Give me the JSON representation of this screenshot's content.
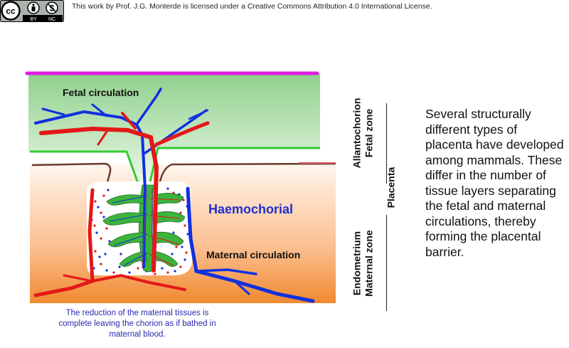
{
  "license": {
    "text": "This work by Prof. J.G. Monterde is licensed under a Creative Commons Attribution 4.0 International License.",
    "badge": {
      "cc": "cc",
      "by": "BY",
      "nc": "NC"
    }
  },
  "diagram": {
    "fetal_circulation": "Fetal circulation",
    "type_label": "Haemochorial",
    "maternal_circulation": "Maternal circulation",
    "caption": "The reduction of the maternal tissues is complete leaving the chorion as if bathed in maternal blood.",
    "colors": {
      "fetal_zone": "#c8e8c0",
      "maternal_zone": "#f5963c",
      "artery": "#e31818",
      "vein": "#1030e0",
      "villus": "#3cb43c",
      "chorionic_plate": "#e020e0",
      "type_label": "#1f2fd0"
    }
  },
  "zones": {
    "allantochorion": "Allantochorion",
    "fetal_zone": "Fetal zone",
    "placenta": "Placenta",
    "endometrium": "Endometrium",
    "maternal_zone": "Maternal zone"
  },
  "description": "Several structurally different types of placenta have developed among mammals. These differ in the number of tissue layers separating the fetal and maternal circulations, thereby forming the placental barrier."
}
